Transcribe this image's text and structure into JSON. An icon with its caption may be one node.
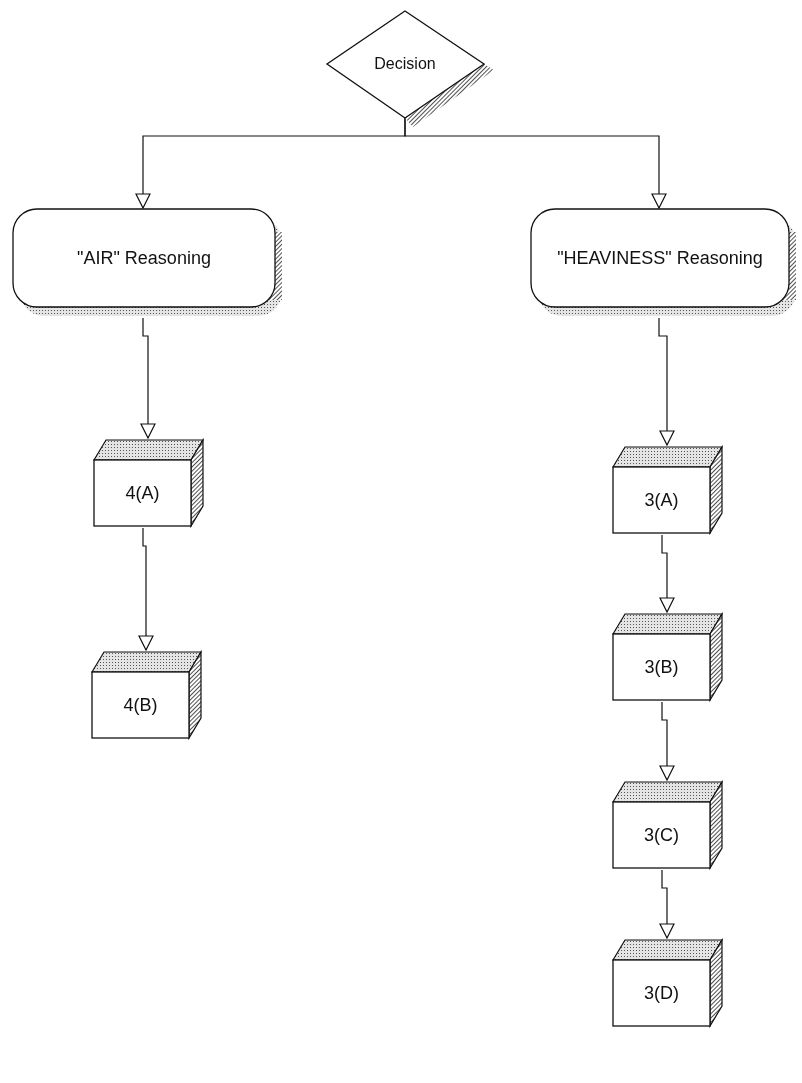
{
  "diagram": {
    "nodes": [
      {
        "text": [
          "Decision"
        ]
      },
      {
        "text": [
          "\"AIR\" Reasoning"
        ]
      },
      {
        "text": [
          "\"HEAVINESS\" Reasoning"
        ]
      },
      {
        "text": [
          "4(A)"
        ]
      },
      {
        "text": [
          "4(B)"
        ]
      },
      {
        "text": [
          "3(A)"
        ]
      },
      {
        "text": [
          "3(B)"
        ]
      },
      {
        "text": [
          "3(C)"
        ]
      },
      {
        "text": [
          "3(D)"
        ]
      }
    ],
    "edges": [
      {
        "from": 0,
        "to": 1,
        "arrow": "to"
      },
      {
        "from": 0,
        "to": 2,
        "arrow": "to"
      },
      {
        "from": 1,
        "to": 3,
        "arrow": "to"
      },
      {
        "from": 3,
        "to": 4,
        "arrow": "to"
      },
      {
        "from": 2,
        "to": 5,
        "arrow": "to"
      },
      {
        "from": 5,
        "to": 6,
        "arrow": "to"
      },
      {
        "from": 6,
        "to": 7,
        "arrow": "to"
      },
      {
        "from": 7,
        "to": 8,
        "arrow": "to"
      }
    ]
  }
}
